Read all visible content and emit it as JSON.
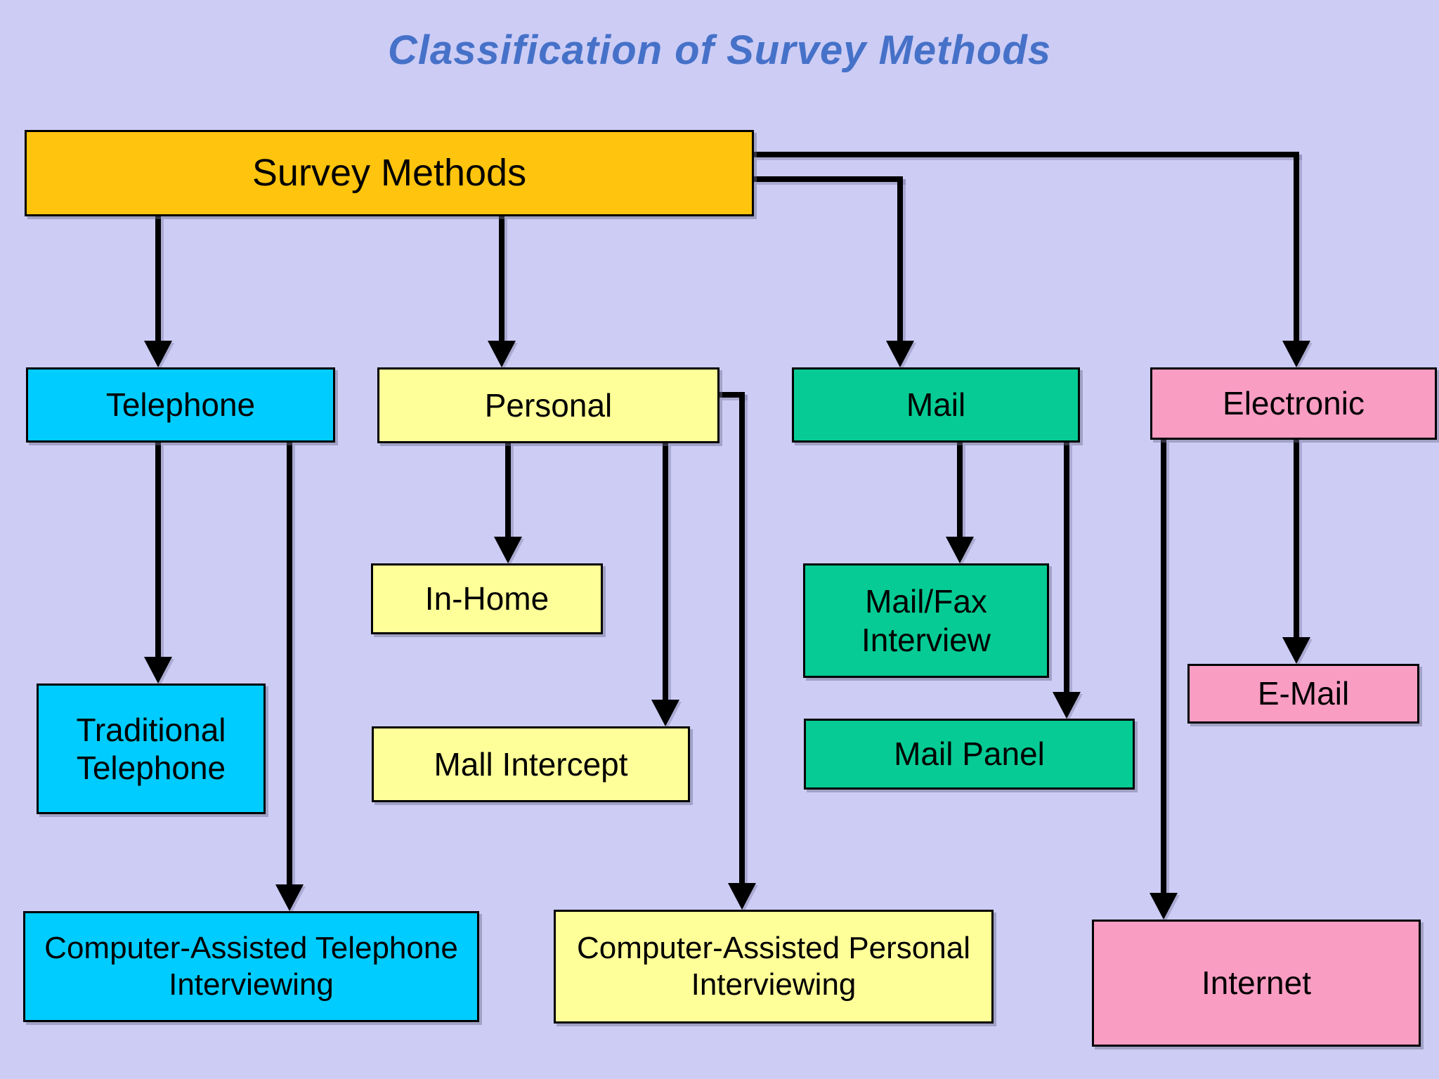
{
  "title": "Classification of Survey Methods",
  "colors": {
    "background": "#CCCCF5",
    "title_blue": "#4671C8",
    "gold": "#FFC40D",
    "cyan": "#00CCFF",
    "yellow": "#FFFF99",
    "green": "#06CB94",
    "pink": "#FA9DC3",
    "line_black": "#000000"
  },
  "nodes": {
    "survey_methods": {
      "label": "Survey Methods"
    },
    "telephone": {
      "label": "Telephone"
    },
    "personal": {
      "label": "Personal"
    },
    "mail": {
      "label": "Mail"
    },
    "electronic": {
      "label": "Electronic"
    },
    "in_home": {
      "label": "In-Home"
    },
    "mall_intercept": {
      "label": "Mall Intercept"
    },
    "traditional_telephone": {
      "label": "Traditional Telephone"
    },
    "cati": {
      "label": "Computer-Assisted Telephone Interviewing"
    },
    "mail_fax_interview": {
      "label": "Mail/Fax Interview"
    },
    "mail_panel": {
      "label": "Mail Panel"
    },
    "capi": {
      "label": "Computer-Assisted Personal Interviewing"
    },
    "e_mail": {
      "label": "E-Mail"
    },
    "internet": {
      "label": "Internet"
    }
  },
  "edges": [
    {
      "from": "survey_methods",
      "to": "telephone"
    },
    {
      "from": "survey_methods",
      "to": "personal"
    },
    {
      "from": "survey_methods",
      "to": "mail"
    },
    {
      "from": "survey_methods",
      "to": "electronic"
    },
    {
      "from": "telephone",
      "to": "traditional_telephone"
    },
    {
      "from": "telephone",
      "to": "cati"
    },
    {
      "from": "personal",
      "to": "in_home"
    },
    {
      "from": "personal",
      "to": "mall_intercept"
    },
    {
      "from": "personal",
      "to": "capi"
    },
    {
      "from": "mail",
      "to": "mail_fax_interview"
    },
    {
      "from": "mail",
      "to": "mail_panel"
    },
    {
      "from": "electronic",
      "to": "e_mail"
    },
    {
      "from": "electronic",
      "to": "internet"
    }
  ]
}
